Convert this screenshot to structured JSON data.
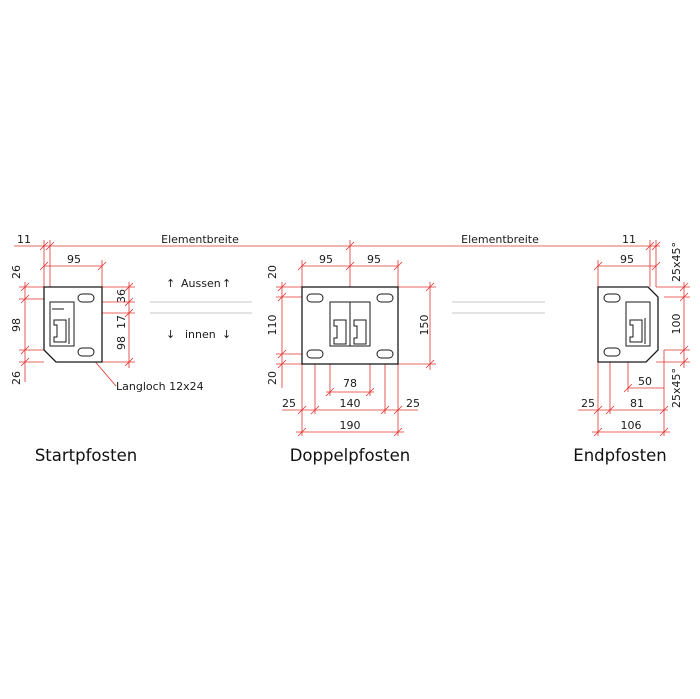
{
  "colors": {
    "outline": "#1a1a1a",
    "dimension": "#e0312f",
    "rail": "#c8c8c8"
  },
  "top_dimensions": {
    "left_offset": "11",
    "element_width_left": "Elementbreite",
    "element_width_right": "Elementbreite",
    "right_offset": "11"
  },
  "orientation": {
    "outside": "Aussen",
    "inside": "innen",
    "arrow_up": "↑",
    "arrow_down": "↓"
  },
  "start_post": {
    "caption": "Startpfosten",
    "width": "95",
    "top_margin": "26",
    "height": "98",
    "bottom_margin": "26",
    "slot_top": "36",
    "slot_mid": "17",
    "slot_height": "98",
    "slot_label": "Langloch 12x24"
  },
  "double_post": {
    "caption": "Doppelpfosten",
    "half_width_left": "95",
    "half_width_right": "95",
    "top_margin": "20",
    "hole_spacing": "110",
    "bottom_margin": "20",
    "height": "150",
    "profile_gap": "78",
    "left_edge": "25",
    "hole_width": "140",
    "right_edge": "25",
    "total_width": "190"
  },
  "end_post": {
    "caption": "Endpfosten",
    "width": "95",
    "chamfer_top": "25x45°",
    "height": "100",
    "chamfer_bottom": "25x45°",
    "inner_offset": "50",
    "left_edge": "25",
    "hole_width": "81",
    "total_width": "106"
  }
}
